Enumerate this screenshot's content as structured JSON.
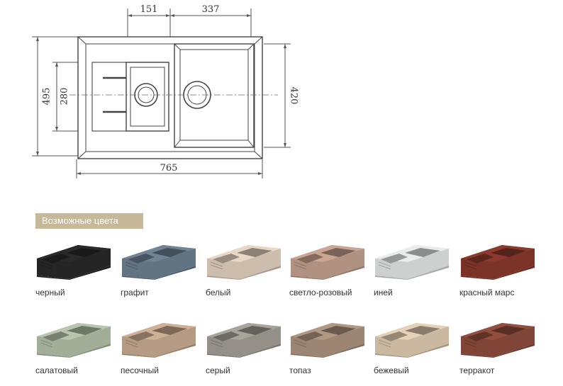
{
  "dimensions": {
    "small_bowl_width": "151",
    "large_bowl_width": "337",
    "total_depth": "495",
    "small_bowl_depth": "280",
    "large_bowl_depth": "420",
    "total_width": "765"
  },
  "colors_section": {
    "title": "Возможные цвета",
    "swatches": [
      {
        "name": "черный",
        "color": "#2a2a2a"
      },
      {
        "name": "графит",
        "color": "#6f8394"
      },
      {
        "name": "белый",
        "color": "#e9d7c5"
      },
      {
        "name": "светло-розовый",
        "color": "#c9a592"
      },
      {
        "name": "иней",
        "color": "#e9eceb"
      },
      {
        "name": "красный марс",
        "color": "#8c3a2d"
      },
      {
        "name": "салатовый",
        "color": "#b8c6ad"
      },
      {
        "name": "песочный",
        "color": "#ceb095"
      },
      {
        "name": "серый",
        "color": "#a8a49b"
      },
      {
        "name": "топаз",
        "color": "#b19883"
      },
      {
        "name": "бежевый",
        "color": "#e6d1b7"
      },
      {
        "name": "терракот",
        "color": "#934e3e"
      }
    ]
  }
}
